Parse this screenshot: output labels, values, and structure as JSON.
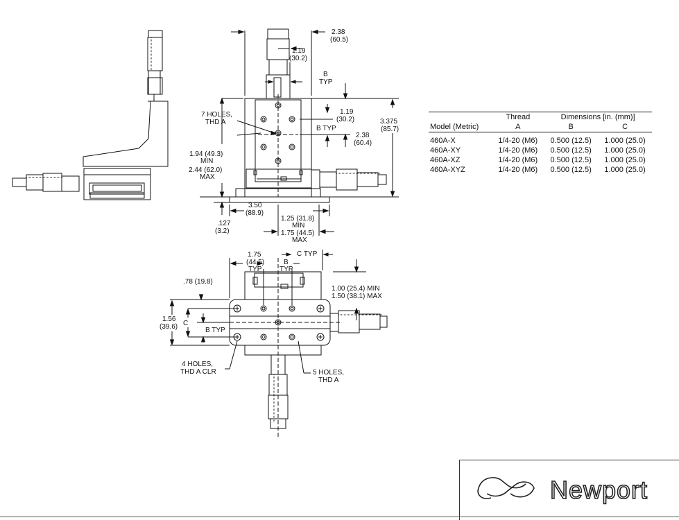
{
  "table": {
    "group_headers": [
      "Thread",
      "Dimensions [in. (mm)]"
    ],
    "columns": [
      "Model (Metric)",
      "A",
      "B",
      "C"
    ],
    "rows": [
      [
        "460A-X",
        "1/4-20 (M6)",
        "0.500 (12.5)",
        "1.000 (25.0)"
      ],
      [
        "460A-XY",
        "1/4-20 (M6)",
        "0.500 (12.5)",
        "1.000 (25.0)"
      ],
      [
        "460A-XZ",
        "1/4-20 (M6)",
        "0.500 (12.5)",
        "1.000 (25.0)"
      ],
      [
        "460A-XYZ",
        "1/4-20 (M6)",
        "0.500 (12.5)",
        "1.000 (25.0)"
      ]
    ]
  },
  "labels": {
    "top_width_in": "2.38",
    "top_width_mm": "(60.5)",
    "screw_offset_in": "1.19",
    "screw_offset_mm": "(30.2)",
    "b_typ_top_1": "B",
    "b_typ_top_2": "TYP",
    "holes7_1": "7 HOLES,",
    "holes7_2": "THD A",
    "right_119_in": "1.19",
    "right_119_mm": "(30.2)",
    "b_typ_right": "B TYP",
    "right_238_in": "2.38",
    "right_238_mm": "(60.4)",
    "height_in": "3.375",
    "height_mm": "(85.7)",
    "min_1": "1.94 (49.3)",
    "min_2": "MIN",
    "max_1": "2.44 (62.0)",
    "max_2": "MAX",
    "base_w_in": "3.50",
    "base_w_mm": "(88.9)",
    "travel_1": "1.25 (31.8)",
    "travel_2": "MIN",
    "travel_3": "1.75 (44.5)",
    "travel_4": "MAX",
    "plate_in": ".127",
    "plate_mm": "(3.2)",
    "bot_175_in": "1.75",
    "bot_175_mm": "(44.5)",
    "bot_175_typ": "TYP",
    "bot_b": "B",
    "bot_b_typ": "TYP",
    "c_typ": "C TYP",
    "edge_78": ".78 (19.8)",
    "screw_min": "1.00 (25.4) MIN",
    "screw_max": "1.50 (38.1) MAX",
    "side_156_in": "1.56",
    "side_156_mm": "(39.6)",
    "side_c": "C",
    "side_b_typ": "B TYP",
    "holes4_1": "4 HOLES,",
    "holes4_2": "THD A CLR",
    "holes5_1": "5 HOLES,",
    "holes5_2": "THD A"
  },
  "logo": {
    "brand": "Newport"
  }
}
